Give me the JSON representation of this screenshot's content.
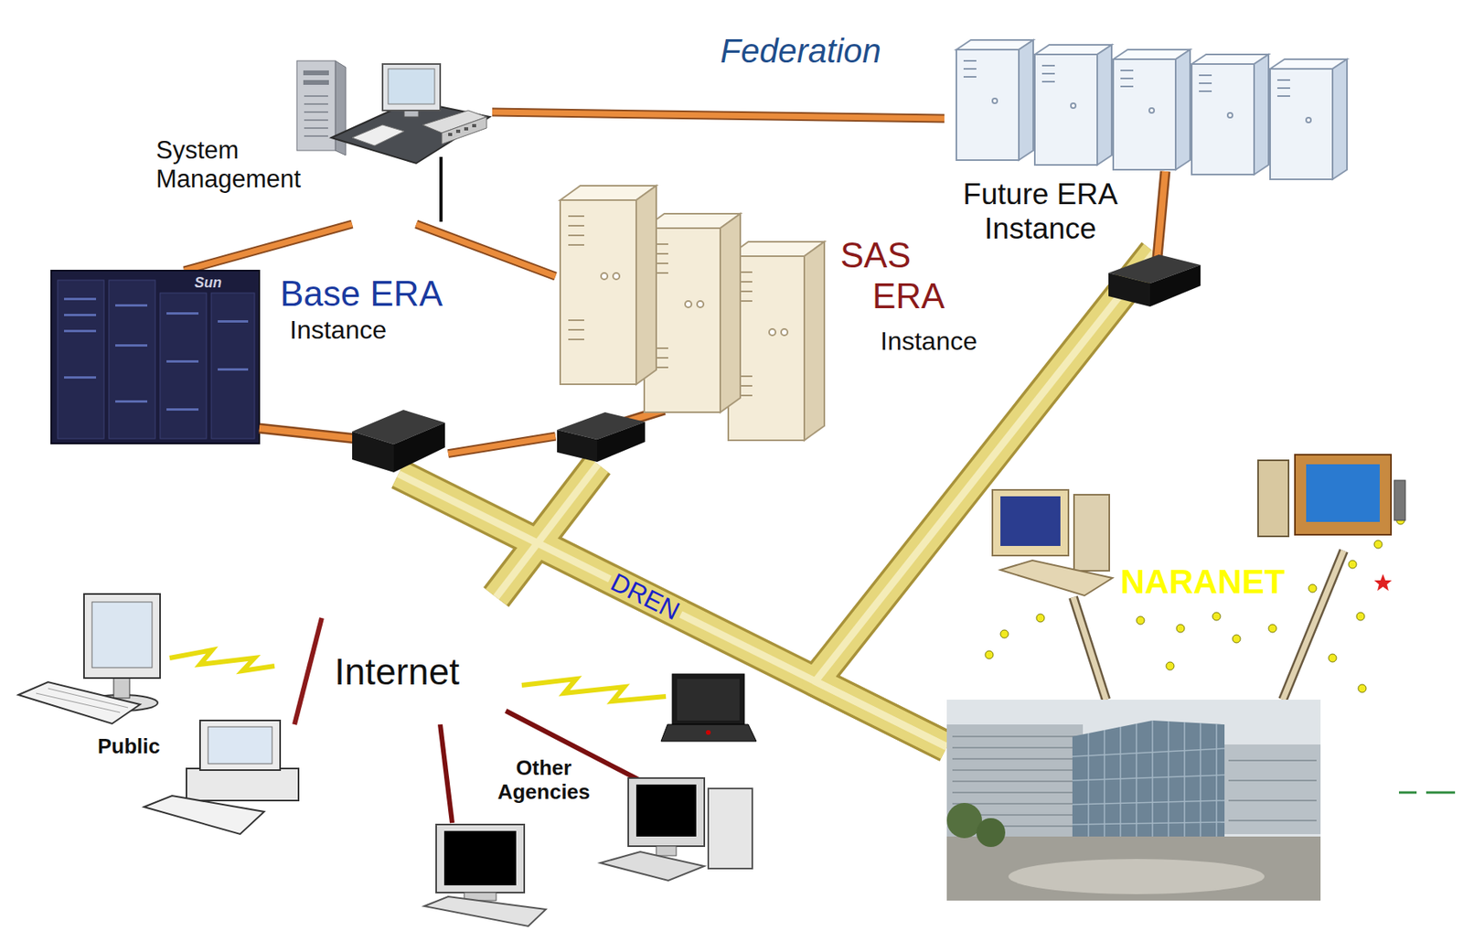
{
  "diagram": {
    "nodes": [
      {
        "text": [
          "Federation"
        ]
      },
      {
        "text": [
          "System Management"
        ],
        "in": 0
      },
      {
        "text": [
          "Base ERA",
          "Instance"
        ],
        "in": 0
      },
      {
        "text": [
          "SAS ERA",
          "Instance"
        ],
        "in": 0
      },
      {
        "text": [
          "Future ERA Instance"
        ],
        "in": 0
      },
      {
        "text": [
          "Internet"
        ]
      },
      {
        "text": [
          "NARANET"
        ]
      }
    ],
    "edges": [
      {
        "from": 1,
        "to": 2,
        "arrow": "none"
      },
      {
        "from": 1,
        "to": 3,
        "arrow": "none"
      },
      {
        "from": 1,
        "to": 4,
        "arrow": "none"
      },
      {
        "from": 2,
        "to": 6,
        "label": "DREN",
        "arrow": "none"
      },
      {
        "from": 3,
        "to": 5,
        "arrow": "none"
      },
      {
        "from": 4,
        "to": 6,
        "arrow": "none"
      },
      {
        "from": 2,
        "to": 3,
        "arrow": "none"
      }
    ],
    "labels": [
      "Sun",
      "Public",
      "Other Agencies"
    ]
  }
}
